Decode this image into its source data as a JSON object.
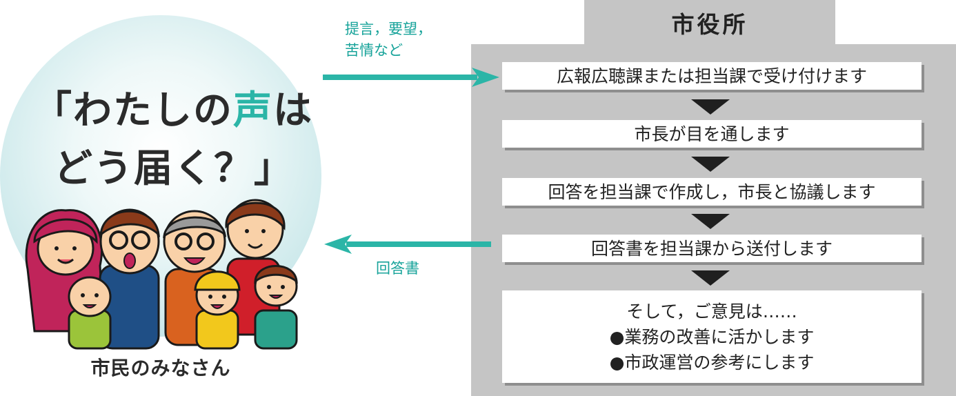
{
  "citizen_side": {
    "headline_line1_before": "「わたしの",
    "headline_accent": "声",
    "headline_line1_after": "は",
    "headline_line2": "どう届く？」",
    "label": "市民のみなさん"
  },
  "flow_notes": {
    "to_city_line1": "提言，要望，",
    "to_city_line2": "苦情など",
    "to_citizen": "回答書"
  },
  "city_hall": {
    "title": "市役所",
    "steps": [
      "広報広聴課または担当課で受け付けます",
      "市長が目を通します",
      "回答を担当課で作成し，市長と協議します",
      "回答書を担当課から送付します"
    ],
    "final": {
      "intro": "そして，ご意見は……",
      "items": [
        "●業務の改善に活かします",
        "●市政運営の参考にします"
      ]
    }
  },
  "colors": {
    "accent_teal": "#2bb5a7",
    "panel_gray": "#c5c5c5"
  }
}
